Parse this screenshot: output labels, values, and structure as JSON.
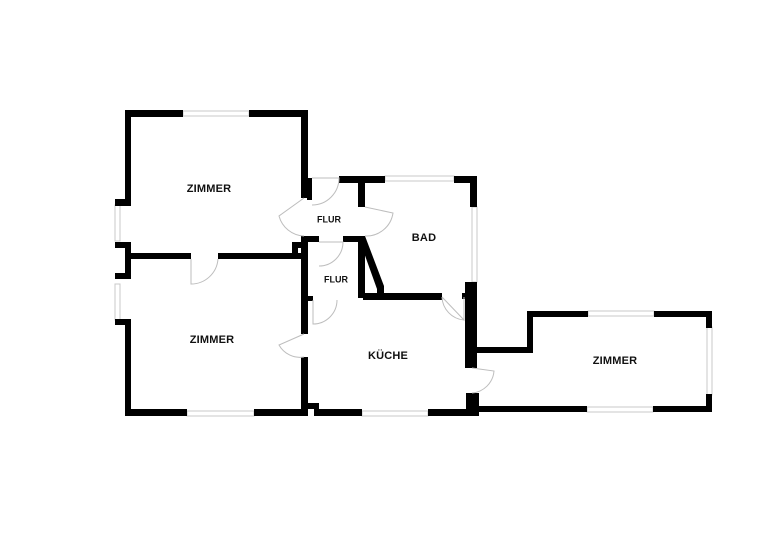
{
  "floor_plan": {
    "background": "#ffffff",
    "wall_color": "#000000",
    "rooms": [
      {
        "id": "zimmer_1",
        "label": "ZIMMER"
      },
      {
        "id": "zimmer_2",
        "label": "ZIMMER"
      },
      {
        "id": "flur_1",
        "label": "FLUR"
      },
      {
        "id": "flur_2",
        "label": "FLUR"
      },
      {
        "id": "bad",
        "label": "BAD"
      },
      {
        "id": "kueche",
        "label": "KÜCHE"
      },
      {
        "id": "zimmer_3",
        "label": "ZIMMER"
      }
    ]
  }
}
